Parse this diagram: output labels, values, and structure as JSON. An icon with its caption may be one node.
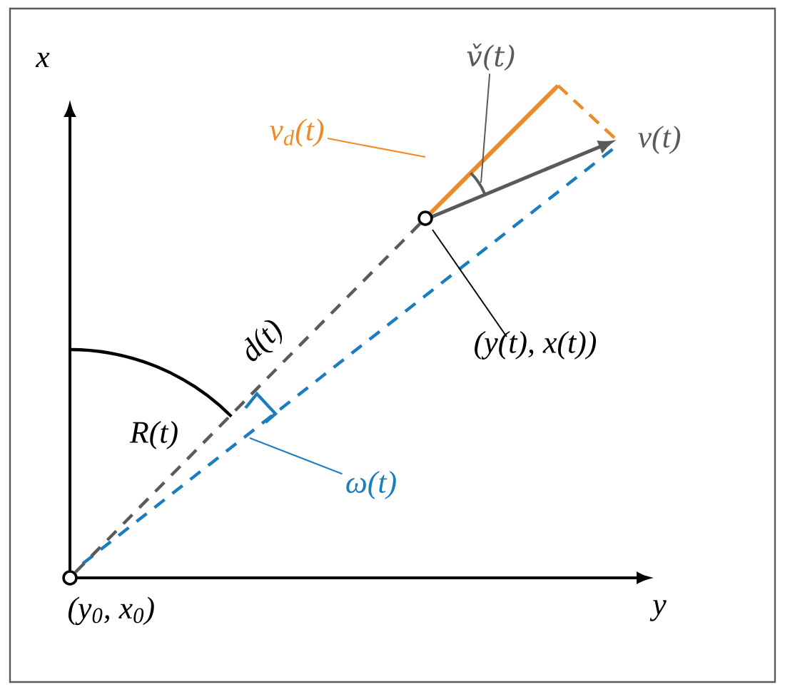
{
  "diagram": {
    "nodes": [
      {
        "text": [],
        "shape": "circle",
        "beside": [
          "(y$_{0}$, x$_{0}$)"
        ]
      },
      {
        "text": [],
        "shape": "circle"
      },
      {
        "text": [
          "(y(t), x(t))"
        ]
      },
      {
        "text": [
          "v$_{d}$(t)"
        ]
      },
      {
        "text": [
          "v̌(t)"
        ]
      },
      {
        "text": [
          "ω(t)"
        ]
      }
    ],
    "edges": [
      {
        "from": 0,
        "to": 1,
        "arrow": "none",
        "label": "d(t)",
        "style": "dashed",
        "color": "#5a5a5a"
      },
      {
        "from": 2,
        "to": 1,
        "arrow": "none"
      },
      {
        "from": 3,
        "to": null,
        "arrow": "none",
        "color": "#f08a24"
      },
      {
        "from": 4,
        "to": null,
        "arrow": "none",
        "color": "#5a5a5a"
      },
      {
        "from": 5,
        "to": null,
        "arrow": "none",
        "color": "#1a7dc0"
      }
    ],
    "labels": [
      "x",
      "y",
      "R(t)",
      "v(t)"
    ]
  }
}
